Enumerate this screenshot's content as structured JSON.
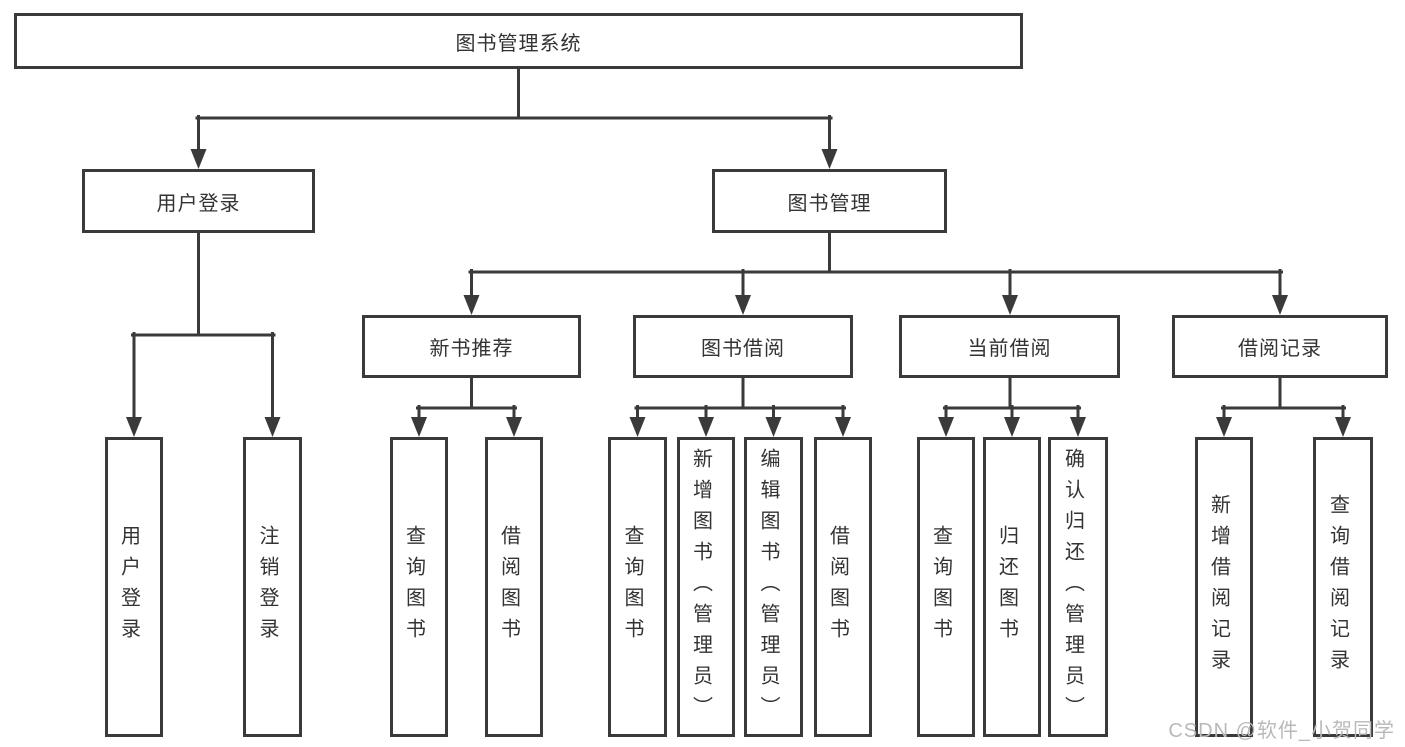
{
  "diagram_title": "图书管理系统",
  "nodes": {
    "root": {
      "label": "图书管理系统"
    },
    "user_login": {
      "label": "用户登录"
    },
    "book_mgmt": {
      "label": "图书管理"
    },
    "new_book": {
      "label": "新书推荐"
    },
    "book_borrow": {
      "label": "图书借阅"
    },
    "current_borrow": {
      "label": "当前借阅"
    },
    "borrow_record": {
      "label": "借阅记录"
    },
    "a1": {
      "label": "用户登录"
    },
    "a2": {
      "label": "注销登录"
    },
    "b1": {
      "label": "查询图书"
    },
    "b2": {
      "label": "借阅图书"
    },
    "c1": {
      "label": "查询图书"
    },
    "c2": {
      "label": "新增图书（管理员）"
    },
    "c3": {
      "label": "编辑图书（管理员）"
    },
    "c4": {
      "label": "借阅图书"
    },
    "d1": {
      "label": "查询图书"
    },
    "d2": {
      "label": "归还图书"
    },
    "d3": {
      "label": "确认归还（管理员）"
    },
    "e1": {
      "label": "新增借阅记录"
    },
    "e2": {
      "label": "查询借阅记录"
    }
  },
  "tree": {
    "root": [
      "user_login",
      "book_mgmt"
    ],
    "user_login": [
      "a1",
      "a2"
    ],
    "book_mgmt": [
      "new_book",
      "book_borrow",
      "current_borrow",
      "borrow_record"
    ],
    "new_book": [
      "b1",
      "b2"
    ],
    "book_borrow": [
      "c1",
      "c2",
      "c3",
      "c4"
    ],
    "current_borrow": [
      "d1",
      "d2",
      "d3"
    ],
    "borrow_record": [
      "e1",
      "e2"
    ]
  },
  "watermark": {
    "text": "CSDN @软件_小贺同学"
  },
  "colors": {
    "line": "#3a3a3a",
    "box_border": "#3a3a3a",
    "text": "#333333",
    "watermark_text": "#b9b9b9",
    "background": "#ffffff"
  }
}
